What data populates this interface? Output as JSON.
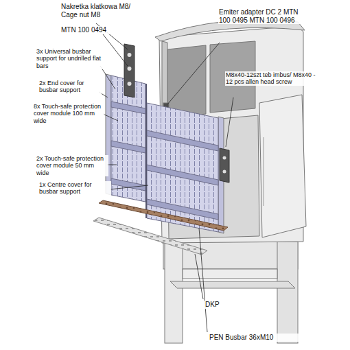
{
  "diagram": {
    "labels": [
      "Nakretka klatkowa M8/ Cage nut M8",
      "MTN 100 0494",
      "3x Universal busbar support for undrilled flat bars",
      "2x End cover for busbar support",
      "8x Touch-safe protection cover module 100 mm wide",
      "2x Touch-safe protection cover module 50 mm wide",
      "1x Centre cover for busbar support",
      "Emiter adapter DC 2 MTN 100 0495 MTN 100 0496",
      "M8x40-12szt teb imbus/ M8x40 - 12 pcs allen head screw",
      "DKP",
      "PEN Busbar 36xM10"
    ]
  }
}
